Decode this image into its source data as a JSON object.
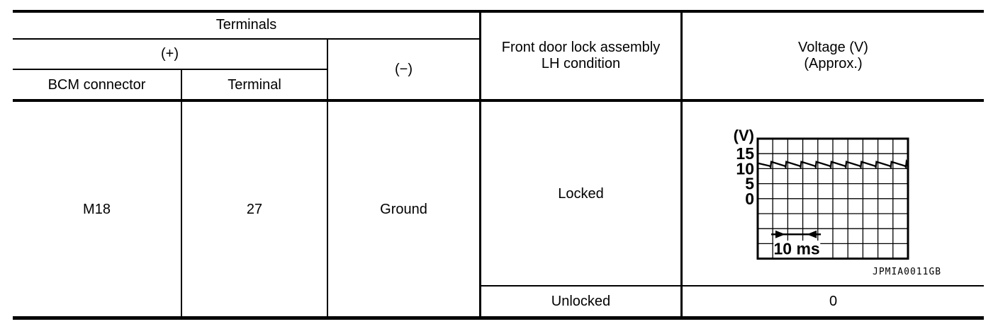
{
  "colors": {
    "ink": "#000000",
    "background": "#ffffff"
  },
  "table": {
    "headers": {
      "terminals": "Terminals",
      "plus": "(+)",
      "minus": "(−)",
      "bcm_connector": "BCM connector",
      "terminal": "Terminal",
      "condition_line1": "Front door lock assembly",
      "condition_line2": "LH condition",
      "voltage_line1": "Voltage (V)",
      "voltage_line2": "(Approx.)"
    },
    "row": {
      "bcm_connector": "M18",
      "terminal": "27",
      "minus": "Ground",
      "condition_locked": "Locked",
      "condition_unlocked": "Unlocked",
      "voltage_unlocked": "0"
    }
  },
  "figure": {
    "code": "JPMIA0011GB"
  },
  "chart_data": {
    "type": "line",
    "subtype": "oscilloscope-sawtooth",
    "title": "",
    "ylabel": "(V)",
    "yticks": [
      "15",
      "10",
      "5",
      "0"
    ],
    "volts_per_division": 5,
    "ylim_top_volts": 20,
    "grid": {
      "rows": 8,
      "cols": 10
    },
    "time_scale_label": "10 ms",
    "waveform": {
      "shape": "sawtooth",
      "high_v": 12.3,
      "low_v": 10.9,
      "periods": 10
    },
    "locked_voltage_description": "sawtooth ~11-12 V",
    "unlocked_voltage": 0
  }
}
